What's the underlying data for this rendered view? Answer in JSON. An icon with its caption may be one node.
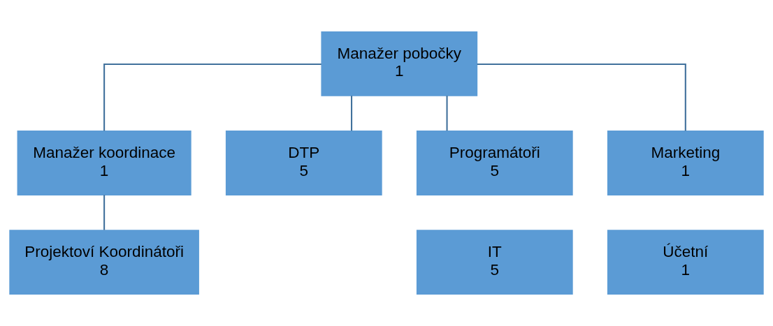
{
  "diagram": {
    "nodes": [
      {
        "text": [
          "Manažer pobočky",
          "1"
        ]
      },
      {
        "text": [
          "Manažer koordinace",
          "1"
        ]
      },
      {
        "text": [
          "DTP",
          "5"
        ]
      },
      {
        "text": [
          "Programátoři",
          "5"
        ]
      },
      {
        "text": [
          "Marketing",
          "1"
        ]
      },
      {
        "text": [
          "Projektoví Koordinátoři",
          "8"
        ]
      },
      {
        "text": [
          "IT",
          "5"
        ]
      },
      {
        "text": [
          "Účetní",
          "1"
        ]
      }
    ],
    "edges": [
      {
        "from": 0,
        "to": 1,
        "arrow": "none"
      },
      {
        "from": 0,
        "to": 2,
        "arrow": "none"
      },
      {
        "from": 0,
        "to": 3,
        "arrow": "none"
      },
      {
        "from": 0,
        "to": 4,
        "arrow": "none"
      },
      {
        "from": 1,
        "to": 5,
        "arrow": "none"
      }
    ]
  }
}
